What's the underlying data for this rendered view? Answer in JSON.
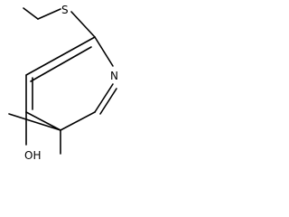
{
  "molecule": {
    "colors": {
      "bond": "#000000",
      "label": "#000000",
      "background": "#ffffff"
    },
    "atoms": {
      "sulfur": "S",
      "nitrogen": "N",
      "hydroxyl": "OH"
    }
  }
}
